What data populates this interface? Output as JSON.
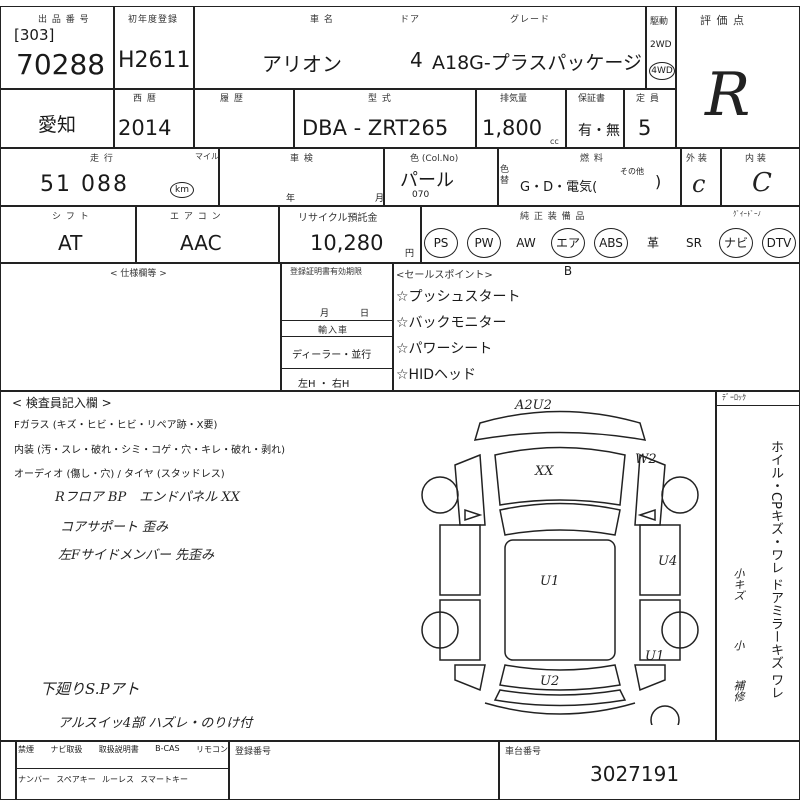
{
  "sheet": {
    "lot_code": "[303]",
    "lot_number": "70288",
    "first_reg_label": "初年度登録",
    "first_reg": "H2611",
    "car_name_label": "車 名",
    "car_name": "アリオン",
    "doors_label": "ドア",
    "doors": "4",
    "grade_label": "グレード",
    "grade": "A18G-プラスパッケージ",
    "drive_label": "駆動",
    "drive_2wd": "2WD",
    "drive_4wd": "4WD",
    "score_label": "評 価 点",
    "score": "R",
    "region": "愛知",
    "year_label": "西 暦",
    "year": "2014",
    "history_label": "履 歴",
    "model_label": "型 式",
    "model": "DBA - ZRT265",
    "displacement_label": "排気量",
    "displacement": "1,800",
    "displacement_unit": "cc",
    "warranty_label": "保証書",
    "warranty": "有・無",
    "capacity_label": "定 員",
    "capacity": "5",
    "mileage_label": "走 行",
    "mileage": "51 088",
    "mileage_unit": "km",
    "mileage_unit_alt": "マイル",
    "inspection_label": "車 検",
    "inspection_year": "年",
    "inspection_month": "月",
    "color_label": "色 (Col.No)",
    "color": "パール",
    "color_no": "070",
    "color_change": "色替",
    "fuel_label": "燃 料",
    "fuel": "G・D・電気(",
    "fuel_other": "その他",
    "fuel_close": ")",
    "exterior_label": "外 装",
    "exterior": "c",
    "interior_label": "内 装",
    "interior": "C",
    "shift_label": "シ フ ト",
    "shift": "AT",
    "ac_label": "エ ア コ ン",
    "ac": "AAC",
    "recycle_label": "リサイクル預託金",
    "recycle": "10,280",
    "recycle_unit": "円",
    "equipment_label": "純 正 装 備 品",
    "equipment": [
      {
        "label": "PS",
        "on": true
      },
      {
        "label": "PW",
        "on": true
      },
      {
        "label": "AW",
        "on": false
      },
      {
        "label": "エアB",
        "on": true
      },
      {
        "label": "ABS",
        "on": true
      },
      {
        "label": "革",
        "on": false
      },
      {
        "label": "SR",
        "on": false
      },
      {
        "label": "ナビ",
        "on": true
      },
      {
        "label": "DTV",
        "on": true
      }
    ],
    "eq_extra_label": "ｸﾞｲｰﾄﾞｰﾉ",
    "memo_label": "< 仕様欄等 >",
    "reg_expiry_label": "登録証明書有効期限",
    "reg_month": "月",
    "reg_day": "日",
    "import_label": "輸入車",
    "import_dealer": "ディーラー・並行",
    "handle": "左H ・ 右H",
    "sales_points_label": "<セールスポイント>",
    "sales_points": [
      "☆プッシュスタート",
      "☆バックモニター",
      "☆パワーシート",
      "☆HIDヘッド"
    ],
    "inspector_label": "< 検査員記入欄 >",
    "fglass": "Fガラス (キズ・ヒビ・ヒビ・リペア跡・X要)",
    "interior_notes": "内装 (汚・スレ・破れ・シミ・コゲ・穴・キレ・破れ・剥れ)",
    "audio_tire": "オーディオ (傷し・穴) / タイヤ (スタッドレス)",
    "hand_notes": [
      "Rフロア BP　エンドパネル XX",
      "コアサポート 歪み",
      "左Fサイドメンバー 先歪み"
    ],
    "under_note": "下廻りS.Pアト",
    "seal_note": "アルスイッ4部 ハズレ・のりけ付",
    "diagram_marks": {
      "top": "A2U2",
      "front": "XX",
      "front_right": "W2",
      "right": "U4",
      "center": "U1",
      "rear_right": "U1",
      "rear": "U2"
    },
    "side_label": "ﾃﾞｰﾛｯｸ",
    "side_notes": "ホイル・CPキズ・ワレ ドアミラーキズ ワレ",
    "side_marks": [
      "小キズ",
      "小",
      "補修"
    ],
    "footer_labels_1": [
      "禁煙",
      "ナビ取扱",
      "取扱説明書",
      "B-CAS",
      "リモコン"
    ],
    "footer_labels_2": [
      "ナンバー",
      "スペアキー",
      "ルーレス",
      "スマートキー"
    ],
    "doc_no_label": "登録番号",
    "frame_no_label": "車台番号",
    "frame_no": "3027191"
  }
}
